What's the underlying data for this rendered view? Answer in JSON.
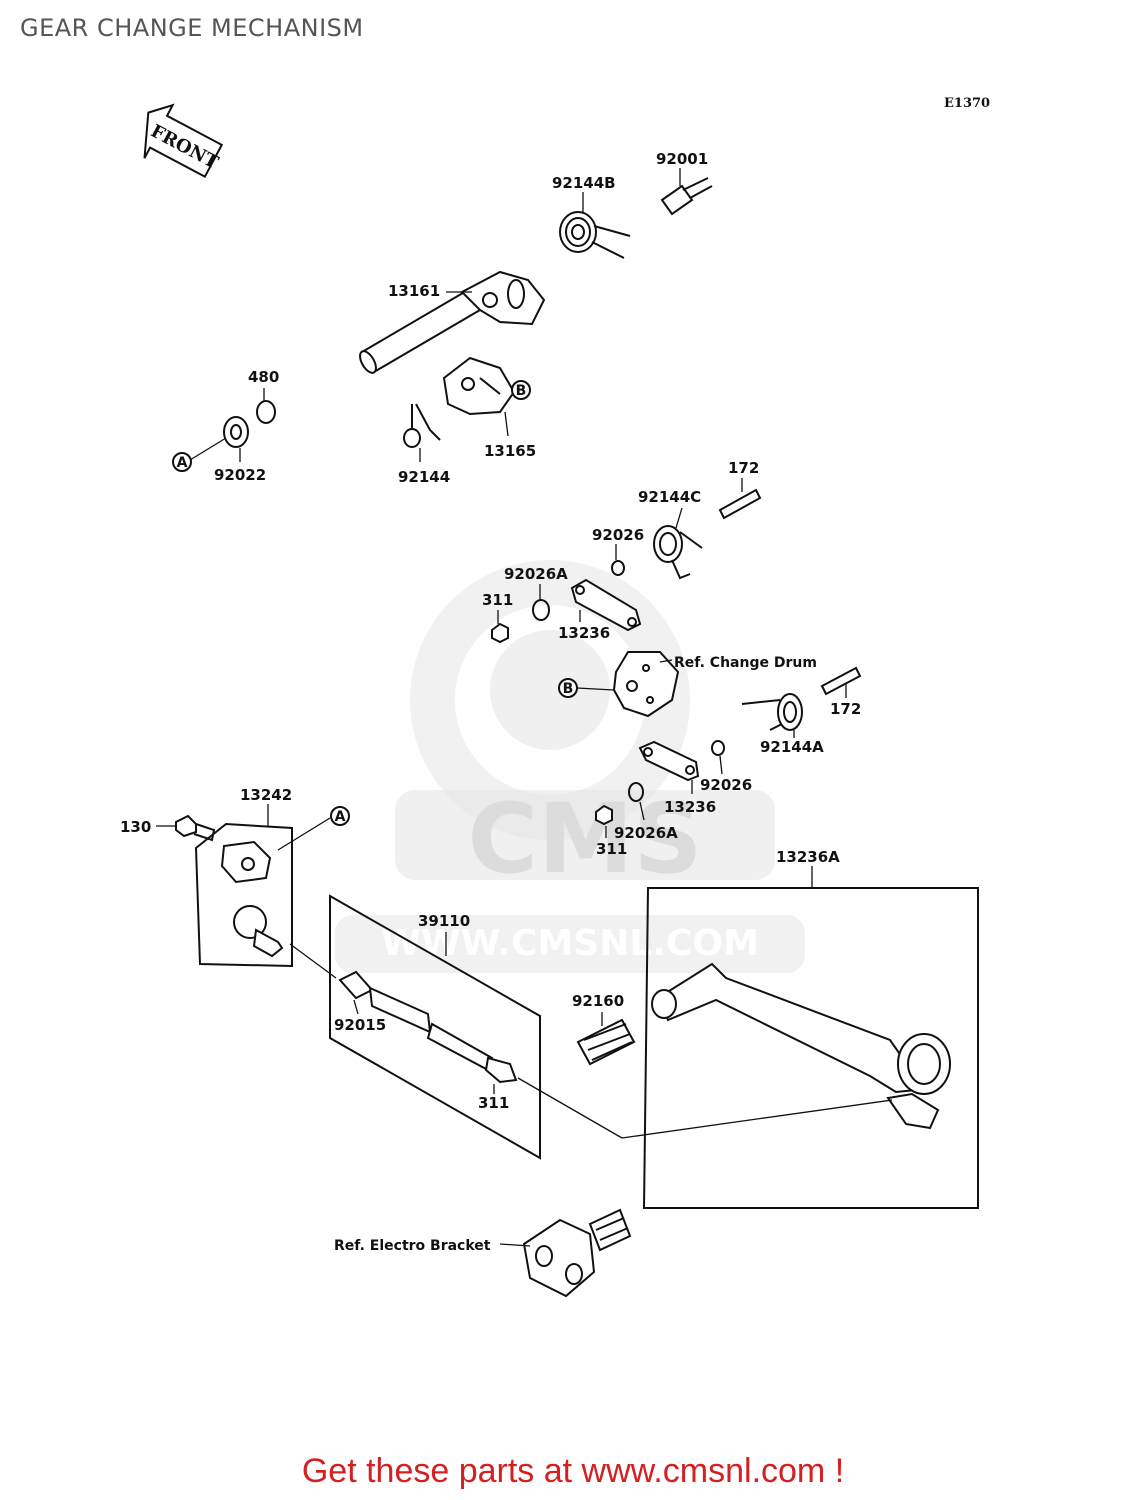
{
  "title": "GEAR CHANGE MECHANISM",
  "diagram_code": "E1370",
  "front_label": "FRONT",
  "watermark": {
    "brand": "CMS",
    "url": "WWW.CMSNL.COM"
  },
  "parts": {
    "p92001": "92001",
    "p92144B": "92144B",
    "p13161": "13161",
    "p480": "480",
    "p92022": "92022",
    "p92144": "92144",
    "p13165": "13165",
    "p172a": "172",
    "p92144C": "92144C",
    "p92026a": "92026",
    "p92026Aa": "92026A",
    "p311a": "311",
    "p13236a": "13236",
    "ref_change_drum": "Ref. Change Drum",
    "p172b": "172",
    "p92144A": "92144A",
    "p92026b": "92026",
    "p13236b": "13236",
    "p92026Ab": "92026A",
    "p311b": "311",
    "p13242": "13242",
    "p130": "130",
    "p39110": "39110",
    "p92015": "92015",
    "p311c": "311",
    "p92160": "92160",
    "p13236A": "13236A",
    "ref_electro_bracket": "Ref. Electro Bracket"
  },
  "callouts": {
    "a1": "A",
    "a2": "A",
    "b1": "B",
    "b2": "B"
  },
  "footer_text": "Get these parts at www.cmsnl.com !",
  "colors": {
    "footer": "#d42020",
    "title": "#555555",
    "line": "#111111",
    "watermark": "#e6e6e6"
  }
}
